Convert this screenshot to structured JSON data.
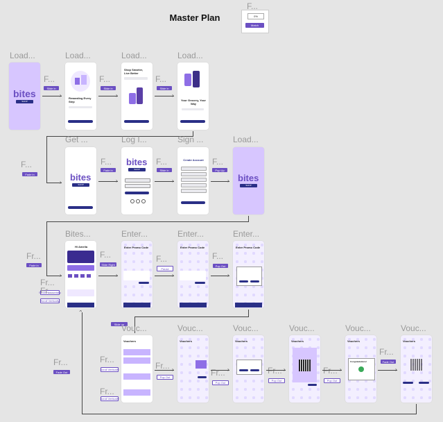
{
  "page": {
    "title": "Master Plan"
  },
  "legend": {
    "frame_label": "F...",
    "box_value": "0%",
    "box_button": "Match"
  },
  "row1": {
    "frame_labels": [
      "Load...",
      "Load...",
      "Load...",
      "Load..."
    ],
    "splash_brand": "bites",
    "splash_sub": "SHOP",
    "onboard_titles": [
      "Rewarding Every Step",
      "Shop Smarter, Live Better",
      "Your Grocery, Your Way"
    ],
    "flow_labels": [
      "F...",
      "F...",
      "F..."
    ],
    "flow_tags": [
      "Slide in",
      "Slide in",
      "Slide in"
    ]
  },
  "row2": {
    "frame_labels": [
      "Get ...",
      "Log I...",
      "Sign ...",
      "Load..."
    ],
    "signup_title": "Create Account",
    "flow_labels": [
      "F...",
      "F...",
      "F...",
      "F..."
    ],
    "flow_tags": [
      "Fade in",
      "Fade in",
      "Slide in",
      "Pop Up"
    ]
  },
  "row3": {
    "frame_labels": [
      "Bites...",
      "Enter...",
      "Enter...",
      "Enter..."
    ],
    "home_greeting": "Hi Amelia",
    "promo_titles": [
      "Enter Promo Code",
      "Enter Promo Code",
      "Enter Promo Code"
    ],
    "flow_labels": [
      "Fr...",
      "F...",
      "F...",
      "F..."
    ],
    "flow_tags": [
      "Fade in",
      "Slide Right",
      "Pause",
      "Pop Out"
    ],
    "scroll_labels": [
      "Fr...",
      "Fr..."
    ],
    "scroll_tags": [
      "Scroll Horizontally",
      "Scroll Vertically"
    ]
  },
  "row4": {
    "frame_labels": [
      "Vouc...",
      "Vouc...",
      "Vouc...",
      "Vouc...",
      "Vouc...",
      "Vouc..."
    ],
    "screen_title": "Vouchers",
    "success_text": "Congratulations!",
    "flow_labels": [
      "Fr...",
      "Fr...",
      "Fr...",
      "Fr...",
      "Fr...",
      "Fr...",
      "Fr..."
    ],
    "flow_tags": [
      "Fade Out",
      "Pop Out",
      "Pop Out",
      "Pop Out",
      "Pop Out",
      "Pop Out",
      "Fade Out"
    ],
    "scroll_tag": "Scroll Vertically",
    "slide_up_tag": "Slide up",
    "side_tag": "Fade Out"
  },
  "colors": {
    "accent": "#6b4fc2",
    "navy": "#2a2f86",
    "lavender": "#d7c6ff",
    "canvas": "#e5e5e5"
  }
}
